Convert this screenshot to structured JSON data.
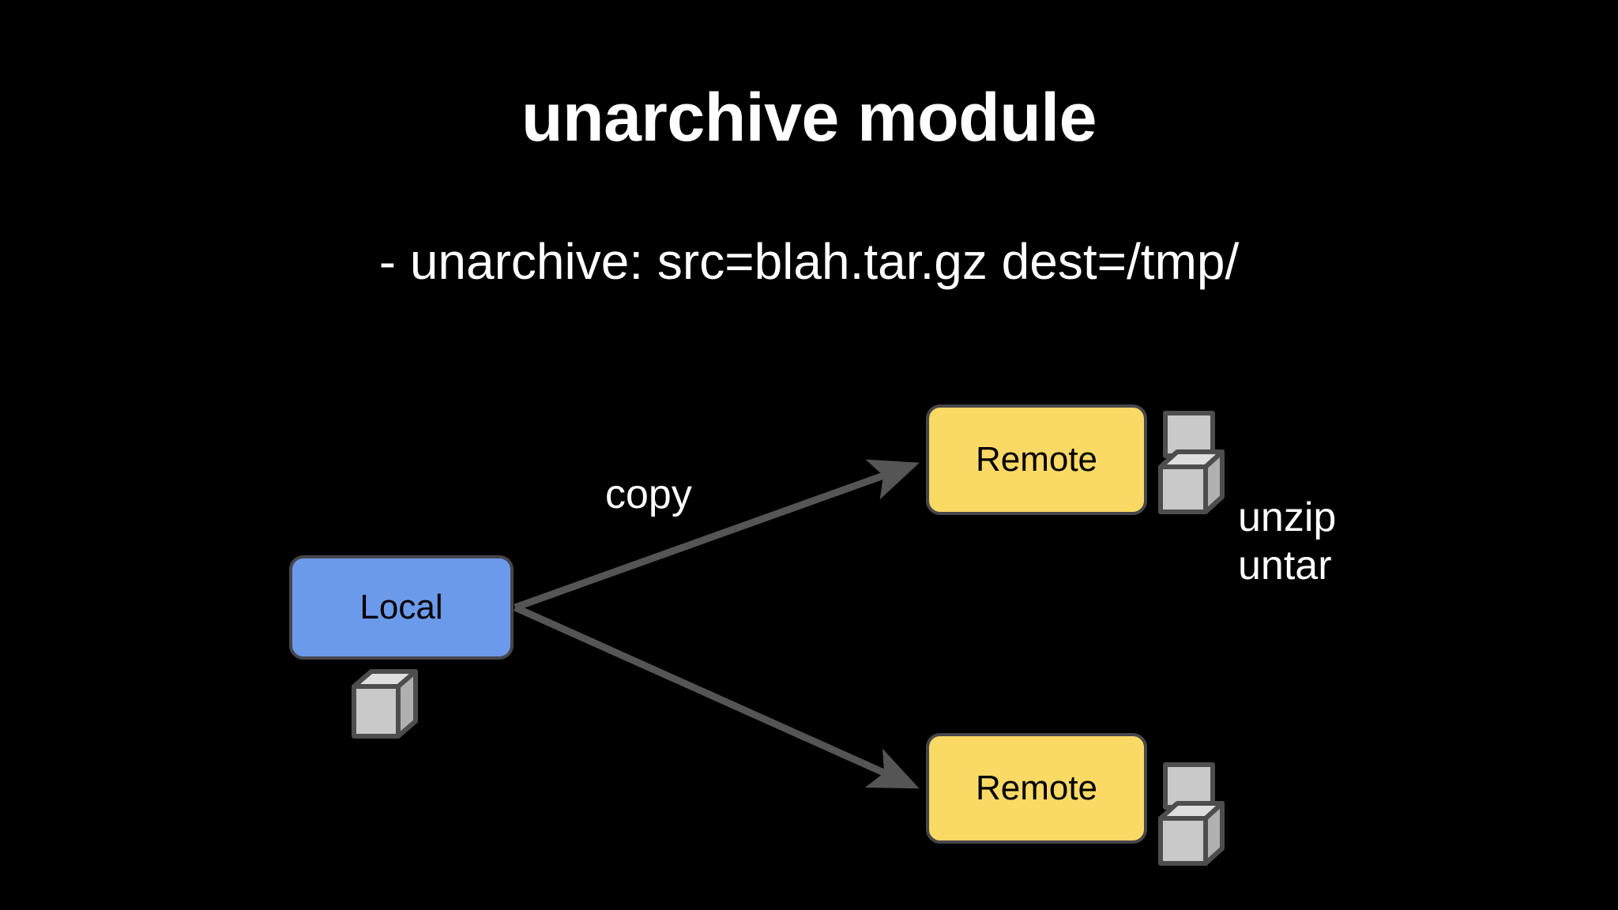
{
  "slide": {
    "background_color": "#000000",
    "title": "unarchive module",
    "subtitle": "- unarchive: src=blah.tar.gz dest=/tmp/"
  },
  "diagram": {
    "nodes": [
      {
        "id": "local",
        "label": "Local",
        "fill": "#6c9aeb",
        "stroke": "#46464b",
        "text_color": "#000000"
      },
      {
        "id": "remote-top",
        "label": "Remote",
        "fill": "#fbd965",
        "stroke": "#46464b",
        "text_color": "#000000"
      },
      {
        "id": "remote-bottom",
        "label": "Remote",
        "fill": "#fbd965",
        "stroke": "#46464b",
        "text_color": "#000000"
      }
    ],
    "edges": [
      {
        "from": "local",
        "to": "remote-top",
        "label": "copy",
        "color": "#555555"
      },
      {
        "from": "local",
        "to": "remote-bottom",
        "label": "",
        "color": "#555555"
      }
    ],
    "annotations": {
      "edge_label_copy": "copy",
      "action_line_1": "unzip",
      "action_line_2": "untar"
    },
    "icons": [
      {
        "id": "cube-local",
        "name": "closed-cube-icon",
        "fill": "#c9c9c9",
        "stroke": "#4d4d4d"
      },
      {
        "id": "openbox-top",
        "name": "open-box-icon",
        "fill": "#c9c9c9",
        "stroke": "#4d4d4d"
      },
      {
        "id": "openbox-bottom",
        "name": "open-box-icon",
        "fill": "#c9c9c9",
        "stroke": "#4d4d4d"
      }
    ]
  },
  "colors": {
    "background": "#000000",
    "text": "#ffffff",
    "node_blue": "#6c9aeb",
    "node_yellow": "#fbd965",
    "node_border": "#46464b",
    "arrow": "#555555",
    "cube_face": "#c9c9c9",
    "cube_top": "#dedede",
    "cube_side": "#b0b0b0",
    "cube_stroke": "#4d4d4d"
  }
}
